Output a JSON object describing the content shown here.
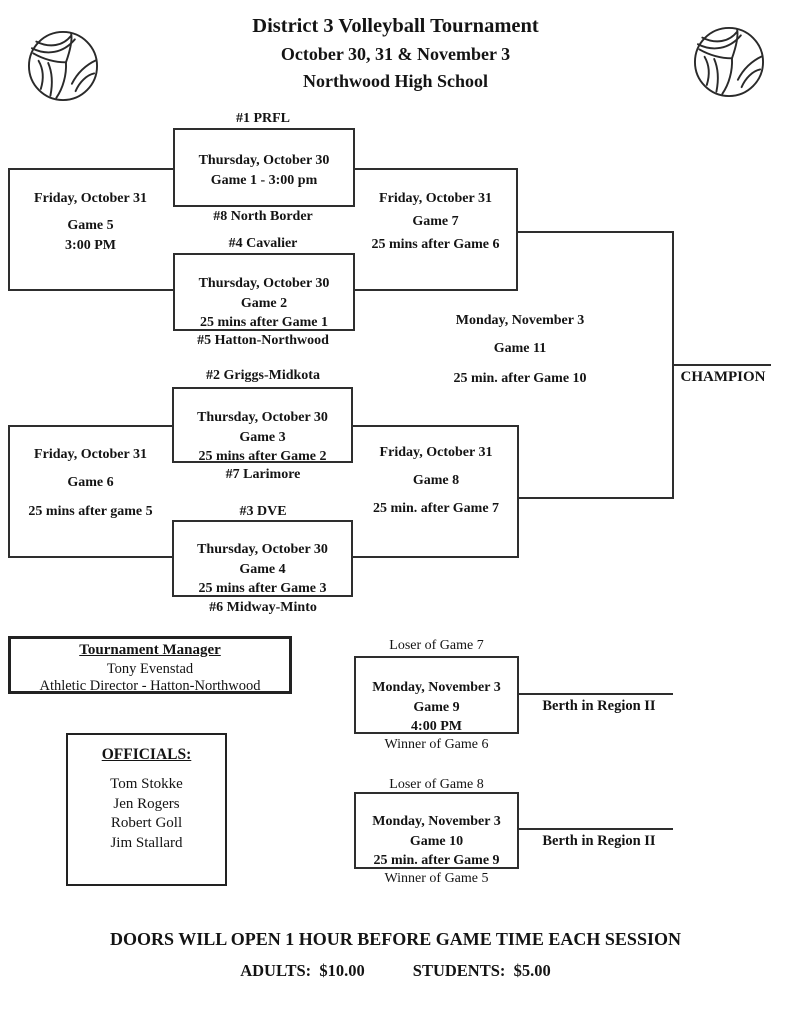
{
  "header": {
    "title": "District 3 Volleyball Tournament",
    "subtitle1": "October 30, 31 & November 3",
    "subtitle2": "Northwood High School"
  },
  "seeds": {
    "s1": "#1 PRFL",
    "s8": "#8 North Border",
    "s4": "#4 Cavalier",
    "s5": "#5 Hatton-Northwood",
    "s2": "#2 Griggs-Midkota",
    "s7": "#7 Larimore",
    "s3": "#3 DVE",
    "s6": "#6 Midway-Minto"
  },
  "games": {
    "g1": {
      "lines": [
        "Thursday, October 30",
        "Game 1 - 3:00 pm"
      ]
    },
    "g2": {
      "lines": [
        "Thursday, October 30",
        "Game 2",
        "25 mins after Game 1"
      ]
    },
    "g3": {
      "lines": [
        "Thursday, October 30",
        "Game 3",
        "25 mins after Game 2"
      ]
    },
    "g4": {
      "lines": [
        "Thursday, October 30",
        "Game 4",
        "25 mins after Game 3"
      ]
    },
    "g5": {
      "lines": [
        "Friday, October 31",
        "Game 5",
        "3:00 PM"
      ]
    },
    "g6": {
      "lines": [
        "Friday, October 31",
        "Game 6",
        "25 mins after game 5"
      ]
    },
    "g7": {
      "lines": [
        "Friday, October 31",
        "Game 7",
        "25 mins after Game 6"
      ]
    },
    "g8": {
      "lines": [
        "Friday, October 31",
        "Game 8",
        "25 min. after Game 7"
      ]
    },
    "g9": {
      "top": "Loser of Game 7",
      "lines": [
        "Monday, November 3",
        "Game 9",
        "4:00 PM"
      ],
      "bottom": "Winner of Game 6",
      "result": "Berth in Region II"
    },
    "g10": {
      "top": "Loser of Game 8",
      "lines": [
        "Monday, November 3",
        "Game 10",
        "25 min. after Game 9"
      ],
      "bottom": "Winner of Game 5",
      "result": "Berth in Region II"
    },
    "g11": {
      "lines": [
        "Monday, November 3",
        "Game 11",
        "25 min. after Game 10"
      ]
    }
  },
  "champion_label": "CHAMPION",
  "manager": {
    "heading": "Tournament Manager",
    "name": "Tony Evenstad",
    "title": "Athletic Director - Hatton-Northwood"
  },
  "officials": {
    "heading": "OFFICIALS:",
    "names": [
      "Tom Stokke",
      "Jen Rogers",
      "Robert Goll",
      "Jim Stallard"
    ]
  },
  "footer": {
    "doors": "DOORS WILL OPEN 1 HOUR BEFORE GAME TIME EACH SESSION",
    "adults": "ADULTS:  $10.00",
    "students": "STUDENTS:  $5.00"
  },
  "colors": {
    "ink": "#2e2e2e",
    "paper": "#ffffff"
  }
}
